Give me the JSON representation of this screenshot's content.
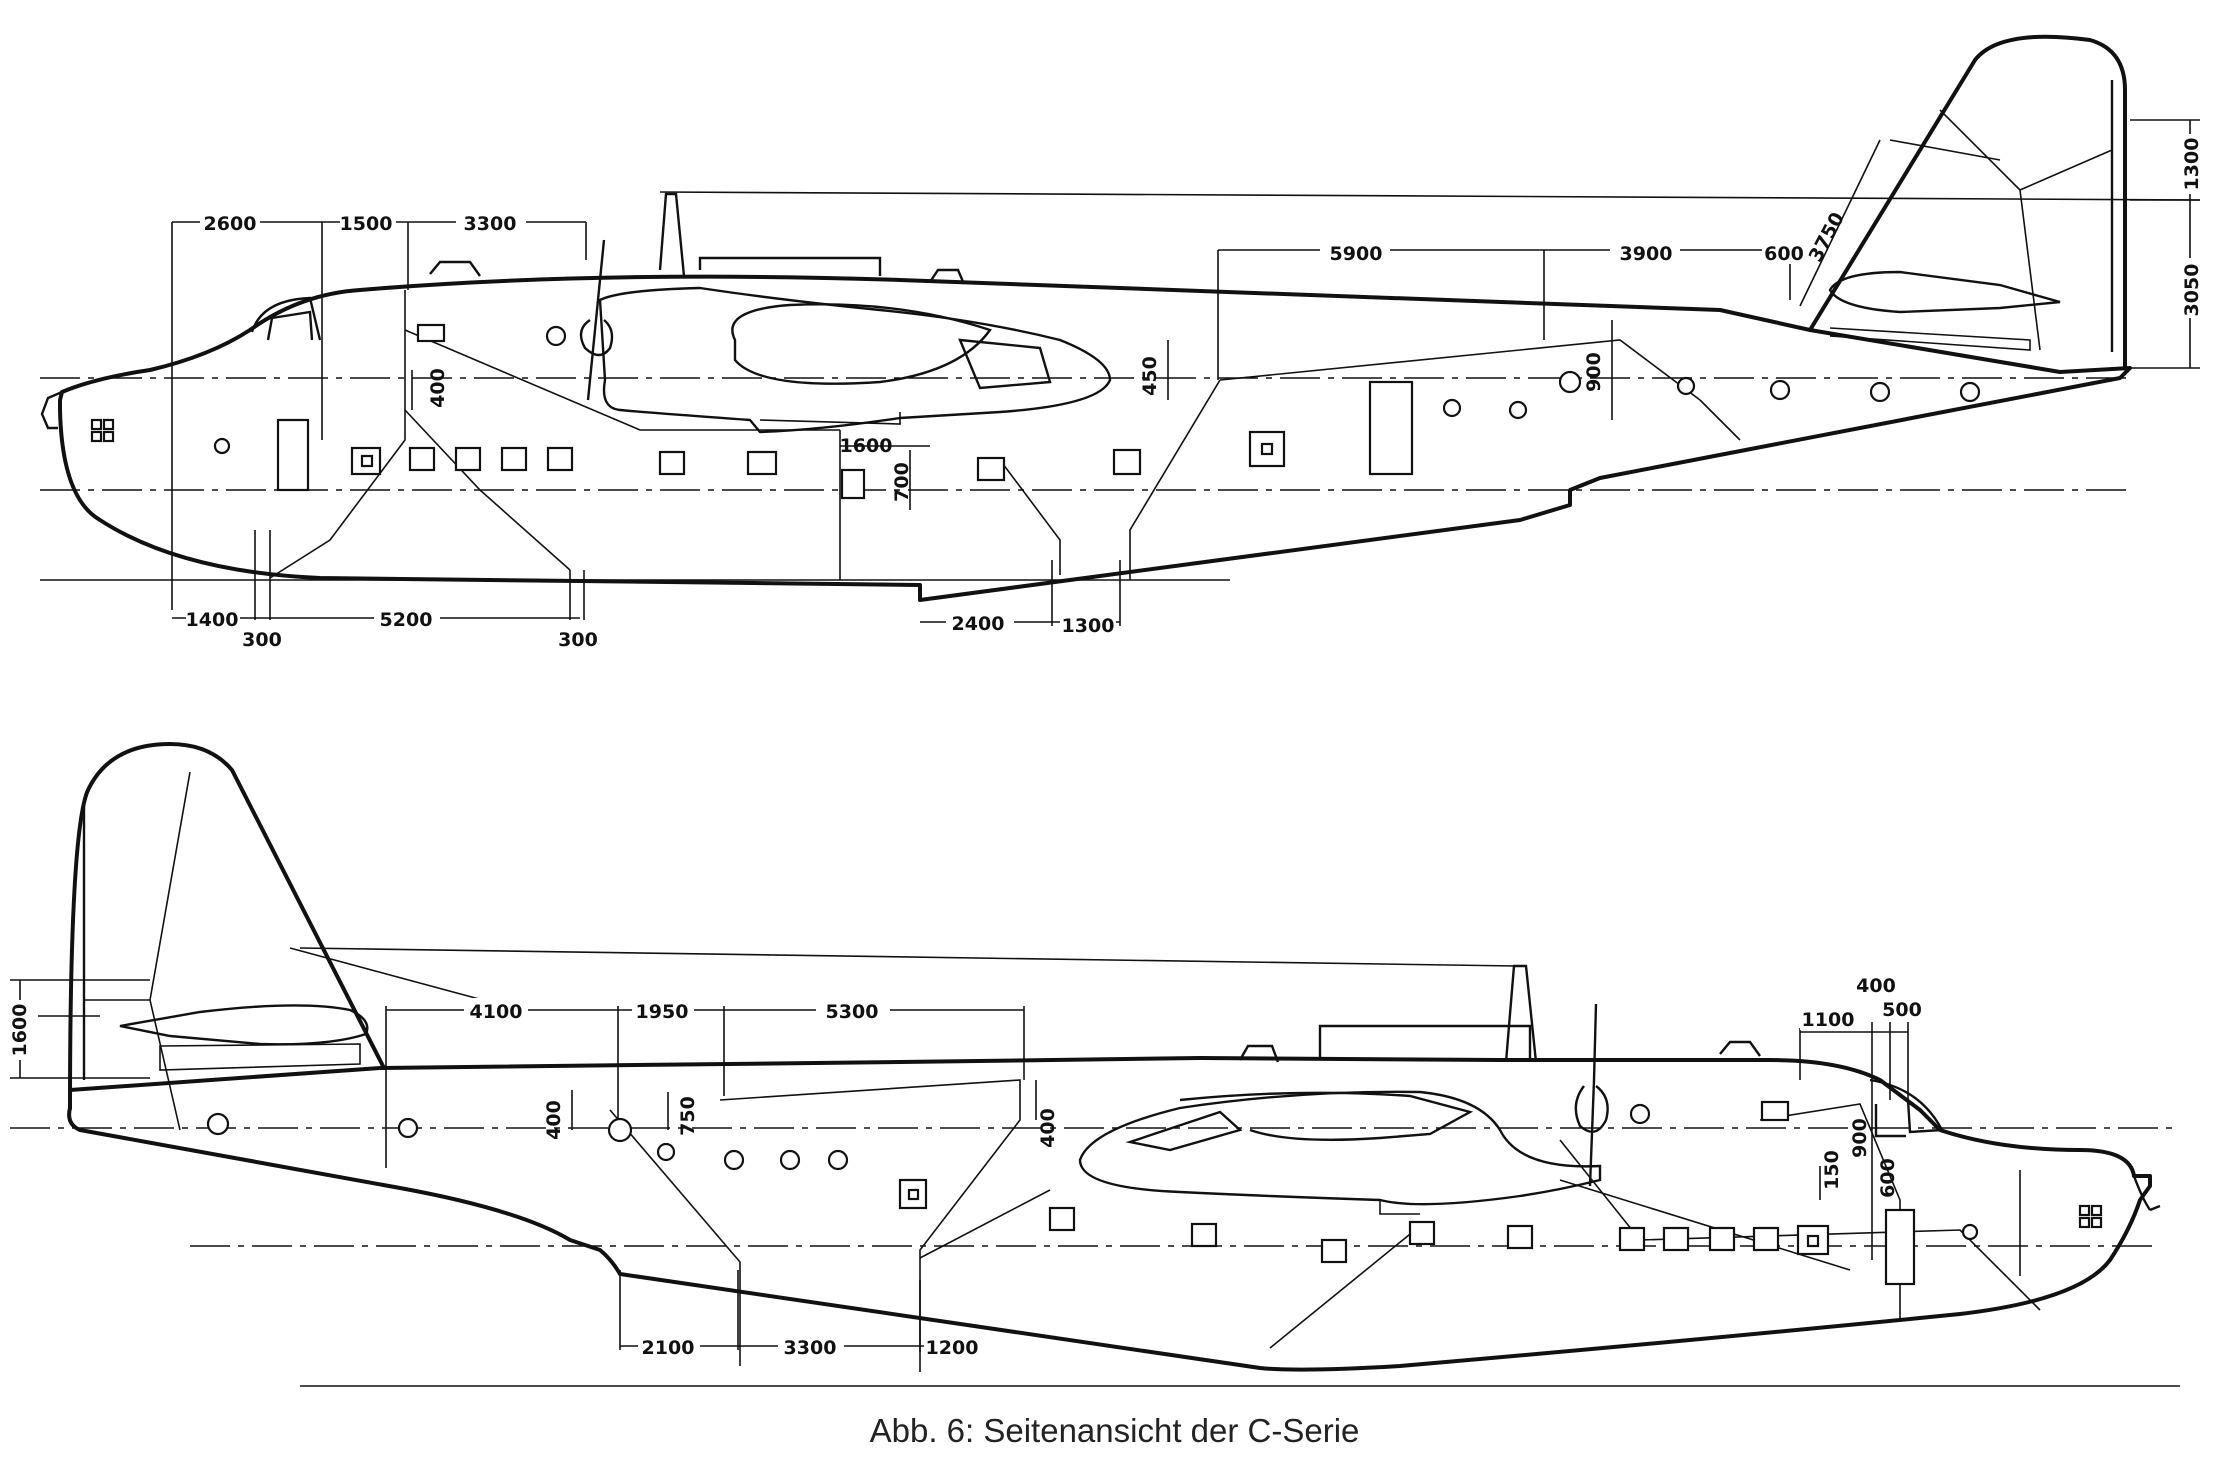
{
  "caption": "Abb. 6:  Seitenansicht der C-Serie",
  "views": [
    {
      "dimensions": [
        {
          "label": "2600"
        },
        {
          "label": "1500"
        },
        {
          "label": "3300"
        },
        {
          "label": "5900"
        },
        {
          "label": "3900"
        },
        {
          "label": "600"
        },
        {
          "label": "3750"
        },
        {
          "label": "1300"
        },
        {
          "label": "3050"
        },
        {
          "label": "450"
        },
        {
          "label": "900"
        },
        {
          "label": "400"
        },
        {
          "label": "1600"
        },
        {
          "label": "700"
        },
        {
          "label": "1400"
        },
        {
          "label": "300"
        },
        {
          "label": "5200"
        },
        {
          "label": "300"
        },
        {
          "label": "2400"
        },
        {
          "label": "1300"
        }
      ]
    },
    {
      "dimensions": [
        {
          "label": "1600"
        },
        {
          "label": "4100"
        },
        {
          "label": "1950"
        },
        {
          "label": "5300"
        },
        {
          "label": "400"
        },
        {
          "label": "750"
        },
        {
          "label": "400"
        },
        {
          "label": "400"
        },
        {
          "label": "1100"
        },
        {
          "label": "500"
        },
        {
          "label": "900"
        },
        {
          "label": "150"
        },
        {
          "label": "600"
        },
        {
          "label": "2100"
        },
        {
          "label": "3300"
        },
        {
          "label": "1200"
        }
      ]
    }
  ]
}
